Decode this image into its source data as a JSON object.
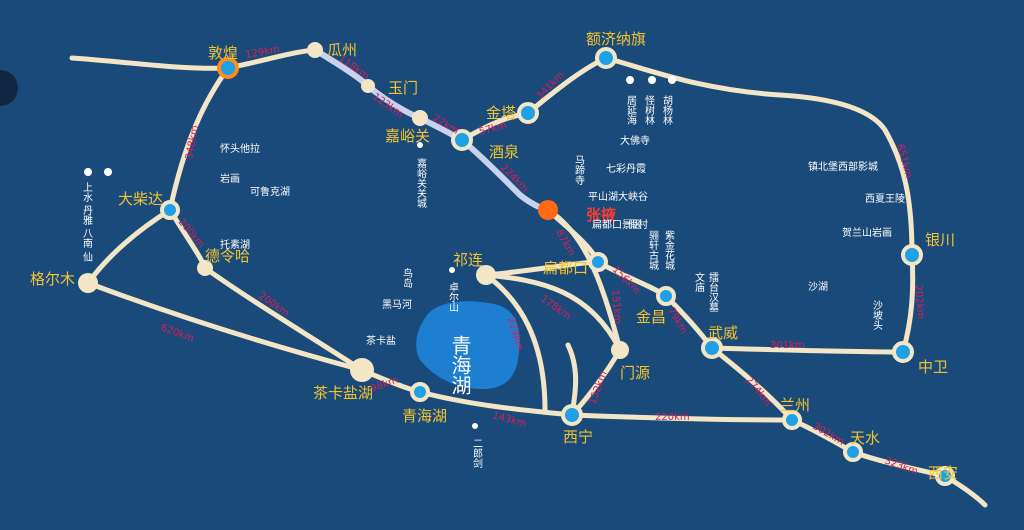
{
  "colors": {
    "background": "#1a4a7a",
    "road": "#f3e6c6",
    "highlight_road": "#c7d3ec",
    "city_label": "#f4c330",
    "start_label": "#ff3b2f",
    "distance_label": "#d81e5b",
    "lake": "#1e7fd1",
    "node_fill": "#1ea0e6"
  },
  "cities": {
    "dunhuang": "敦煌",
    "guazhou": "瓜州",
    "yumen": "玉门",
    "jiayuguan": "嘉峪关",
    "jiuquan": "酒泉",
    "jinta": "金塔",
    "ejina": "额济纳旗",
    "zhangye": "张掖",
    "dachaidan": "大柴达",
    "delingha": "德令哈",
    "golmud": "格尔木",
    "qilian": "祁连",
    "biandukou": "扁都口",
    "jinchang": "金昌",
    "wuwei": "武威",
    "menyuan": "门源",
    "xining": "西宁",
    "qinghaihu": "青海湖",
    "chaka": "茶卡盐湖",
    "lanzhou": "兰州",
    "tianshui": "天水",
    "xian": "西安",
    "yinchuan": "银川",
    "zhongwei": "中卫"
  },
  "lake_label": "青海湖",
  "distances": {
    "d_dunhuang_guazhou": "129km",
    "d_guazhou_yumen": "118km",
    "d_yumen_jiayuguan": "123km",
    "d_jiayuguan_jiuquan": "22km",
    "d_jiuquan_jinta": "57km",
    "d_jinta_ejina": "341km",
    "d_jiuquan_zhangye": "224km",
    "d_dunhuang_dachaidan": "348km",
    "d_dachaidan_delingha": "200km",
    "d_delingha_chaka": "200km",
    "d_golmud_chaka": "620km",
    "d_chaka_qinghaihu": "98km",
    "d_qinghaihu_xining": "143km",
    "d_zhangye_biandukou": "87km",
    "d_biandukou_jinchang": "156km",
    "d_jinchang_wuwei": "79km",
    "d_qilian_menyuan": "178km",
    "d_qilian_lake": "223km",
    "d_menyuan_xining": "152km",
    "d_xining_lanzhou": "220km",
    "d_wuwei_zhongwei": "301km",
    "d_wuwei_lanzhou": "274km",
    "d_lanzhou_tianshui": "302km",
    "d_tianshui_xian": "323km",
    "d_ejina_yinchuan": "651km",
    "d_yinchuan_zhongwei": "202km",
    "d_biandukou_menyuan": "151km"
  },
  "sights": {
    "s_qinghai_left": "上水 丹雅 八南 仙",
    "s_huaitou": "怀头他拉",
    "s_yanhua": "岩画",
    "s_keluke": "可鲁克湖",
    "s_tuosu": "托素湖",
    "s_jiayuguan_fort": "嘉峪关关城",
    "s_juyan": "居延海",
    "s_guai": "怪树林",
    "s_huyang": "胡杨林",
    "s_dafo": "大佛寺",
    "s_qicai": "七彩丹霞",
    "s_pingshan": "平山湖大峡谷",
    "s_mati": "马蹄寺",
    "s_biandukou_g": "扁都口景区",
    "s_jialiu": "假村",
    "s_liqian": "骊轩古城",
    "s_zijin": "紫金花城",
    "s_wenmiao": "文庙",
    "s_leitai": "擂台汉墓",
    "s_niaodao": "鸟岛",
    "s_heima": "黑马河",
    "s_chaka_s": "茶卡盐",
    "s_zhuoer": "卓尔山",
    "s_erlang": "二郎剑",
    "s_zhenbei": "镇北堡西部影城",
    "s_xixia": "西夏王陵",
    "s_helan": "贺兰山岩画",
    "s_shahu": "沙湖",
    "s_shapotou": "沙坡头"
  }
}
